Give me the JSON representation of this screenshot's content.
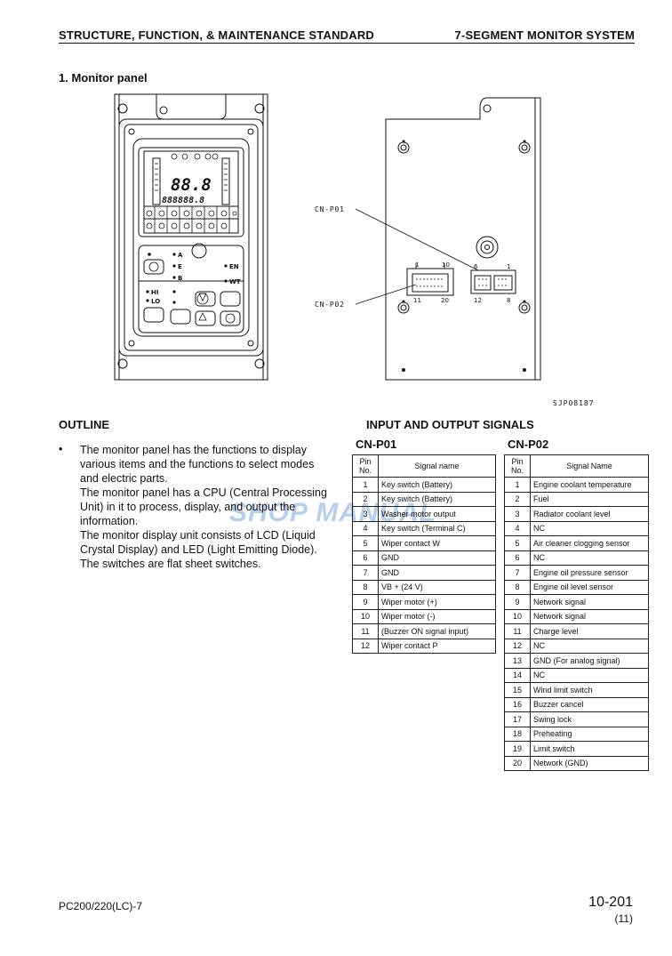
{
  "header": {
    "left": "STRUCTURE, FUNCTION, & MAINTENANCE STANDARD",
    "right": "7-SEGMENT MONITOR SYSTEM"
  },
  "section_title": "1.   Monitor panel",
  "figure": {
    "id": "SJP08187",
    "callouts": {
      "p01": "CN-P01",
      "p02": "CN-P02"
    },
    "pin_labels": {
      "a1": "1",
      "a10": "10",
      "a11": "11",
      "a20": "20",
      "b6": "6",
      "b1": "1",
      "b12": "12",
      "b8": "8"
    },
    "lcd_digits": "88.8",
    "lcd_counter": "888888.8",
    "key_labels": {
      "a": "A",
      "e": "E",
      "b": "B",
      "en": "EN",
      "wt": "WT",
      "hi": "HI",
      "lo": "LO"
    }
  },
  "outline": {
    "heading": "OUTLINE",
    "bullet": "•",
    "paragraphs": [
      "The monitor panel has the functions to display various items and the functions to select modes and electric parts.",
      "The monitor panel has a CPU (Central Processing Unit) in it to process, display, and output the information.",
      "The monitor display unit consists of LCD (Liquid Crystal Display) and LED (Light Emitting Diode). The switches are flat sheet switches."
    ]
  },
  "io": {
    "heading": "INPUT AND OUTPUT SIGNALS",
    "p01": {
      "title": "CN-P01",
      "col_pin": "Pin No.",
      "col_signal": "Signal name",
      "rows": [
        [
          "1",
          "Key switch (Battery)"
        ],
        [
          "2",
          "Key switch (Battery)"
        ],
        [
          "3",
          "Washer motor output"
        ],
        [
          "4",
          "Key switch (Terminal C)"
        ],
        [
          "5",
          "Wiper contact W"
        ],
        [
          "6",
          "GND"
        ],
        [
          "7",
          "GND"
        ],
        [
          "8",
          "VB + (24 V)"
        ],
        [
          "9",
          "Wiper motor (+)"
        ],
        [
          "10",
          "Wiper motor (-)"
        ],
        [
          "11",
          "(Buzzer ON signal input)"
        ],
        [
          "12",
          "Wiper contact P"
        ]
      ]
    },
    "p02": {
      "title": "CN-P02",
      "col_pin": "Pin No.",
      "col_signal": "Signal Name",
      "rows": [
        [
          "1",
          "Engine coolant temperature"
        ],
        [
          "2",
          "Fuel"
        ],
        [
          "3",
          "Radiator coolant level"
        ],
        [
          "4",
          "NC"
        ],
        [
          "5",
          "Air cleaner clogging sensor"
        ],
        [
          "6",
          "NC"
        ],
        [
          "7",
          "Engine oil pressure sensor"
        ],
        [
          "8",
          "Engine oil level sensor"
        ],
        [
          "9",
          "Network signal"
        ],
        [
          "10",
          "Network signal"
        ],
        [
          "11",
          "Charge level"
        ],
        [
          "12",
          "NC"
        ],
        [
          "13",
          "GND (For analog signal)"
        ],
        [
          "14",
          "NC"
        ],
        [
          "15",
          "Wind limit switch"
        ],
        [
          "16",
          "Buzzer cancel"
        ],
        [
          "17",
          "Swing lock"
        ],
        [
          "18",
          "Preheating"
        ],
        [
          "19",
          "Limit switch"
        ],
        [
          "20",
          "Network (GND)"
        ]
      ]
    }
  },
  "watermark": "SHOP MANUAL",
  "footer": {
    "model": "PC200/220(LC)-7",
    "page": "10-201",
    "rev": "(11)"
  }
}
